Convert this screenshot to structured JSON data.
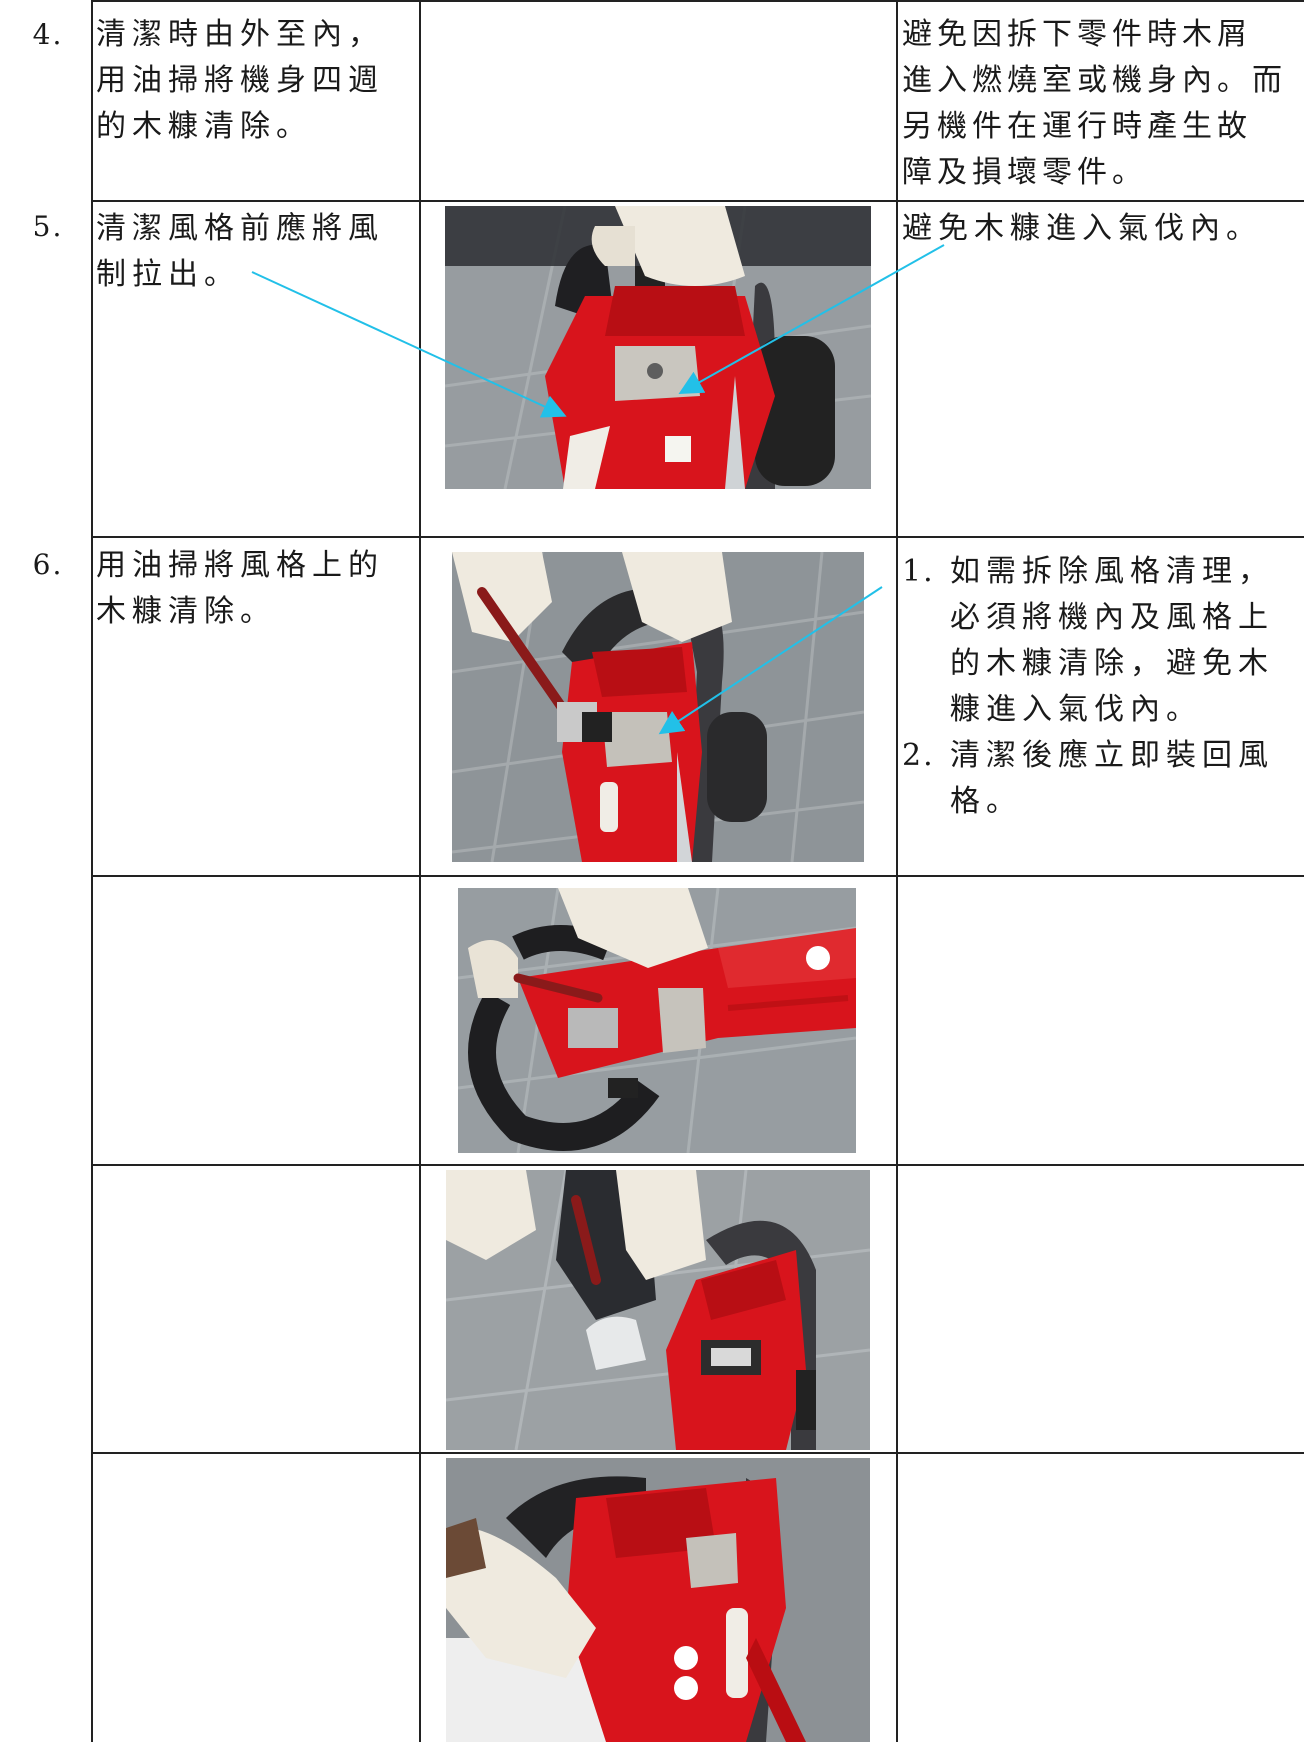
{
  "rows": [
    {
      "number": "4.",
      "step_text": "清潔時由外至內，\n用油掃將機身四週\n的木糠清除。",
      "reason_text": "避免因拆下零件時木屑\n進入燃燒室或機身內。而\n另機件在運行時產生故\n障及損壞零件。"
    },
    {
      "number": "5.",
      "step_text": "清潔風格前應將風\n制拉出。",
      "reason_text": "避免木糠進入氣伐內。"
    },
    {
      "number": "6.",
      "step_text": "用油掃將風格上的\n木糠清除。",
      "reason_items": [
        {
          "marker": "1.",
          "text": "如需拆除風格清理，\n必須將機內及風格上\n的木糠清除，避免木\n糠進入氣伐內。"
        },
        {
          "marker": "2.",
          "text": "清潔後應立即裝回風\n格。"
        }
      ]
    }
  ],
  "colors": {
    "rule": "#222222",
    "arrow": "#22c0e8",
    "chainsaw_red": "#d8141c",
    "glove": "#efeadf",
    "floor": "#8f9599"
  },
  "photos": [
    {
      "icon": "chainsaw-photo-icon"
    },
    {
      "icon": "chainsaw-photo-icon"
    },
    {
      "icon": "chainsaw-photo-icon"
    },
    {
      "icon": "chainsaw-photo-icon"
    },
    {
      "icon": "chainsaw-photo-icon"
    }
  ]
}
